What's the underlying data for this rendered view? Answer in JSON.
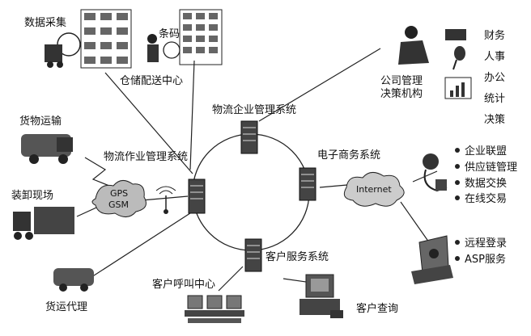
{
  "nodes": {
    "data_collection": "数据采集",
    "barcode": "条码",
    "warehouse_center": "仓储配送中心",
    "company_management": [
      "公司管理",
      "决策机构"
    ],
    "management_functions": [
      "财务",
      "人事",
      "办公",
      "统计",
      "决策"
    ],
    "freight_transport": "货物运输",
    "logistics_ops_system": "物流作业管理系统",
    "logistics_enterprise_system": "物流企业管理系统",
    "ecommerce_system": "电子商务系统",
    "internet": "Internet",
    "ecommerce_functions": [
      "企业联盟",
      "供应链管理",
      "数据交换",
      "在线交易"
    ],
    "loading_site": "装卸现场",
    "gps_gsm": [
      "GPS",
      "GSM"
    ],
    "customer_service_system": "客户服务系统",
    "remote_access": [
      "远程登录",
      "ASP服务"
    ],
    "freight_agent": "货运代理",
    "call_center": "客户呼叫中心",
    "customer_query": "客户查询"
  }
}
